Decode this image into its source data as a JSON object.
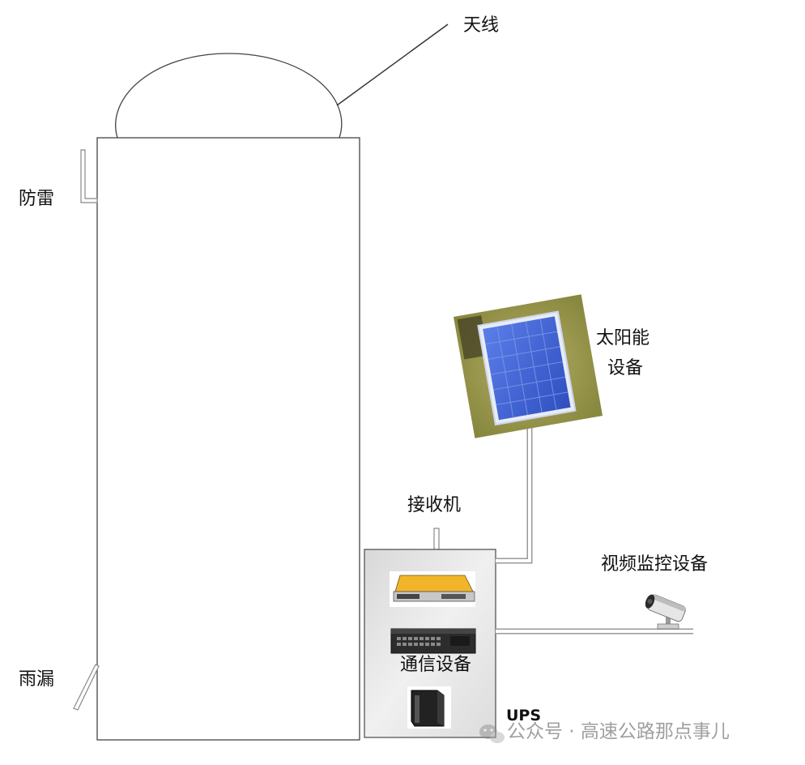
{
  "labels": {
    "antenna": "天线",
    "lightning": "防雷",
    "solar_line1": "太阳能",
    "solar_line2": "设备",
    "receiver": "接收机",
    "video": "视频监控设备",
    "comm": "通信设备",
    "ups": "UPS",
    "rain": "雨漏"
  },
  "watermark": {
    "text": "公众号 · 高速公路那点事儿",
    "icon": "wechat-icon"
  },
  "icons": {
    "solar_panel": "solar-panel-icon",
    "receiver_device": "gnss-receiver-icon",
    "switch_device": "network-switch-icon",
    "ups_device": "ups-tower-icon",
    "camera": "cctv-camera-icon"
  },
  "colors": {
    "line": "#333333",
    "pipe": "#9a9a9a",
    "cabinet_fill": "#e6e6e6",
    "receiver_body": "#f2b52a",
    "solar_cell": "#3f63d6",
    "grass": "#9c9a4e"
  }
}
